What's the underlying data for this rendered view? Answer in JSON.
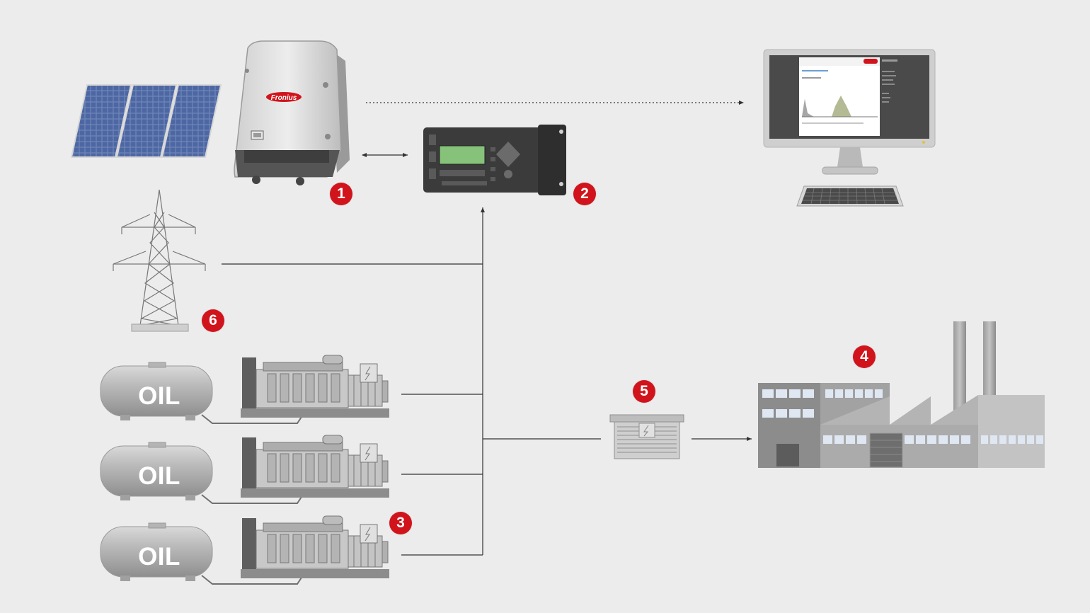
{
  "brand": {
    "name": "Fronius"
  },
  "colors": {
    "background": "#ececec",
    "badge": "#d1141c",
    "lines": "#333333",
    "display": "#86c27a"
  },
  "components": [
    {
      "id": "inverter",
      "badge": "1",
      "icon": "inverter"
    },
    {
      "id": "controller",
      "badge": "2",
      "icon": "controller"
    },
    {
      "id": "generators",
      "badge": "3",
      "icon": "diesel-generator"
    },
    {
      "id": "factory",
      "badge": "4",
      "icon": "factory"
    },
    {
      "id": "transformer",
      "badge": "5",
      "icon": "transformer"
    },
    {
      "id": "grid",
      "badge": "6",
      "icon": "power-pylon"
    }
  ],
  "tanks": [
    {
      "label": "OIL"
    },
    {
      "label": "OIL"
    },
    {
      "label": "OIL"
    }
  ],
  "extra_icons": [
    "solar-panel",
    "computer-monitor",
    "keyboard"
  ]
}
